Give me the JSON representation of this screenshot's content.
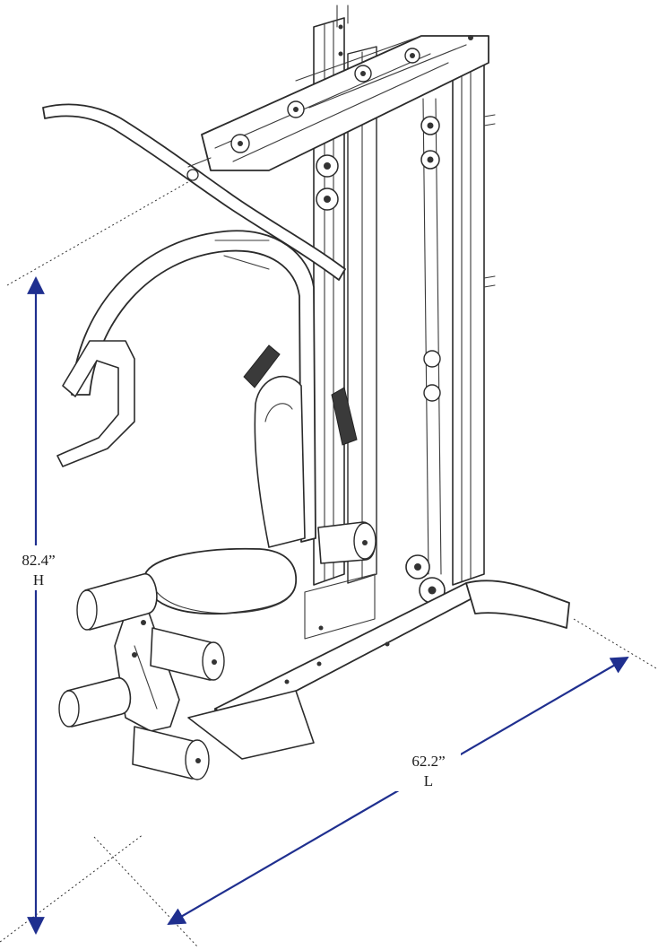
{
  "dimensions": {
    "height": {
      "value": "82.4”",
      "axis": "H"
    },
    "length": {
      "value": "62.2”",
      "axis": "L"
    }
  },
  "colors": {
    "dimension_arrow": "#1f2f8f",
    "line_art": "#2b2b2b",
    "background": "#ffffff"
  }
}
